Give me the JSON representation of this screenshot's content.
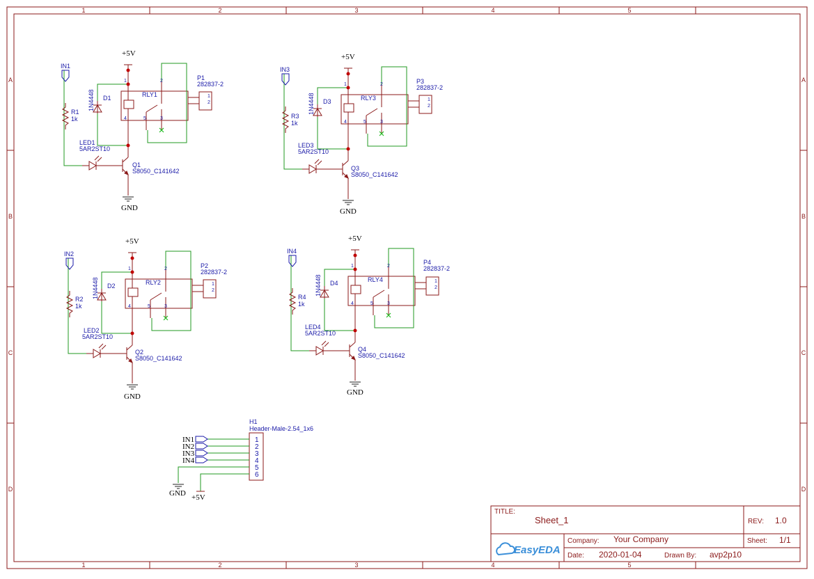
{
  "frame": {
    "columns": [
      "1",
      "2",
      "3",
      "4",
      "5"
    ],
    "rows": [
      "A",
      "B",
      "C",
      "D"
    ]
  },
  "channels": [
    {
      "input": "IN1",
      "resistor": "R1",
      "resistor_value": "1k",
      "diode": "D1",
      "diode_part": "1N4448",
      "relay": "RLY1",
      "led": "LED1",
      "led_part": "5AR2ST10",
      "transistor": "Q1",
      "transistor_part": "S8050_C141642",
      "connector": "P1",
      "connector_part": "282837-2",
      "supply": "+5V",
      "ground": "GND"
    },
    {
      "input": "IN2",
      "resistor": "R2",
      "resistor_value": "1k",
      "diode": "D2",
      "diode_part": "1N4448",
      "relay": "RLY2",
      "led": "LED2",
      "led_part": "5AR2ST10",
      "transistor": "Q2",
      "transistor_part": "S8050_C141642",
      "connector": "P2",
      "connector_part": "282837-2",
      "supply": "+5V",
      "ground": "GND"
    },
    {
      "input": "IN3",
      "resistor": "R3",
      "resistor_value": "1k",
      "diode": "D3",
      "diode_part": "1N4448",
      "relay": "RLY3",
      "led": "LED3",
      "led_part": "5AR2ST10",
      "transistor": "Q3",
      "transistor_part": "S8050_C141642",
      "connector": "P3",
      "connector_part": "282837-2",
      "supply": "+5V",
      "ground": "GND"
    },
    {
      "input": "IN4",
      "resistor": "R4",
      "resistor_value": "1k",
      "diode": "D4",
      "diode_part": "1N4448",
      "relay": "RLY4",
      "led": "LED4",
      "led_part": "5AR2ST10",
      "transistor": "Q4",
      "transistor_part": "S8050_C141642",
      "connector": "P4",
      "connector_part": "282837-2",
      "supply": "+5V",
      "ground": "GND"
    }
  ],
  "relay_pins": [
    "1",
    "2",
    "4",
    "5",
    "3"
  ],
  "connector_pins": [
    "1",
    "2"
  ],
  "header": {
    "ref": "H1",
    "part": "Header-Male-2.54_1x6",
    "pins": [
      "1",
      "2",
      "3",
      "4",
      "5",
      "6"
    ],
    "nets": [
      "IN1",
      "IN2",
      "IN3",
      "IN4"
    ],
    "gnd": "GND",
    "vcc": "+5V"
  },
  "title_block": {
    "title_label": "TITLE:",
    "title_value": "Sheet_1",
    "rev_label": "REV:",
    "rev_value": "1.0",
    "company_label": "Company:",
    "company_value": "Your Company",
    "sheet_label": "Sheet:",
    "sheet_value": "1/1",
    "date_label": "Date:",
    "date_value": "2020-01-04",
    "drawn_label": "Drawn By:",
    "drawn_value": "avp2p10",
    "logo_text": "EasyEDA"
  }
}
